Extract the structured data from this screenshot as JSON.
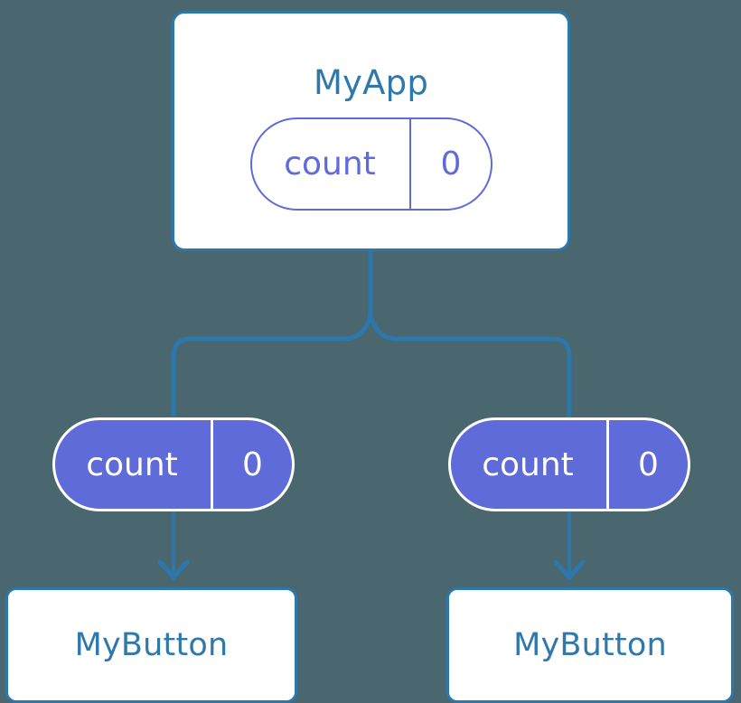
{
  "diagram": {
    "title": "MyApp",
    "background_color": "#4a666e",
    "line_color": "#2c78ad",
    "accent_color": "#5f6bd8",
    "text_color": "#2e78ab"
  },
  "root": {
    "component_label": "MyApp",
    "state": {
      "key": "count",
      "value": "0"
    }
  },
  "branches": [
    {
      "state": {
        "key": "count",
        "value": "0"
      },
      "component_label": "MyButton"
    },
    {
      "state": {
        "key": "count",
        "value": "0"
      },
      "component_label": "MyButton"
    }
  ]
}
